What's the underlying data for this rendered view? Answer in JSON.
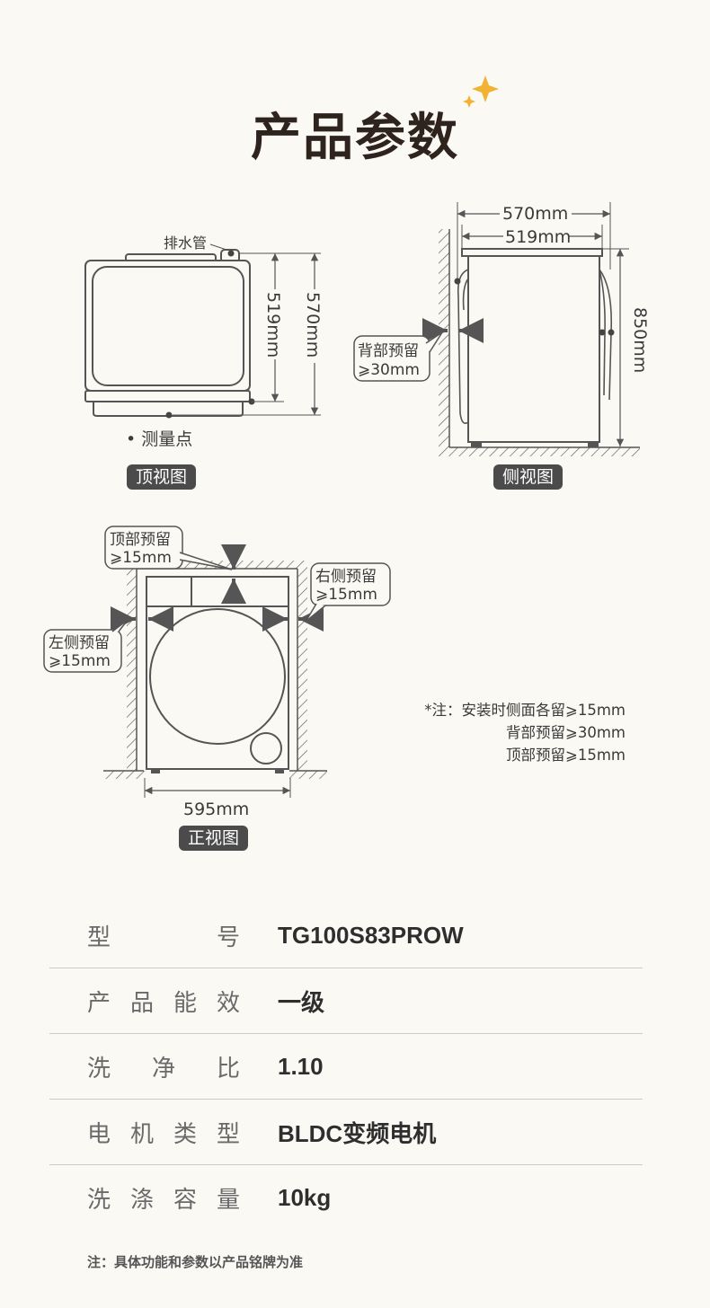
{
  "title": "产品参数",
  "top_view": {
    "badge": "顶视图",
    "drain_label": "排水管",
    "dim_519": "519mm",
    "dim_570": "570mm",
    "measure_point": "• 测量点"
  },
  "side_view": {
    "badge": "侧视图",
    "dim_570": "570mm",
    "dim_519": "519mm",
    "dim_850": "850mm",
    "back_label_1": "背部预留",
    "back_label_2": "⩾30mm"
  },
  "front_view": {
    "badge": "正视图",
    "dim_595": "595mm",
    "top_label_1": "顶部预留",
    "top_label_2": "⩾15mm",
    "right_label_1": "右侧预留",
    "right_label_2": "⩾15mm",
    "left_label_1": "左侧预留",
    "left_label_2": "⩾15mm"
  },
  "note": {
    "line1": "*注：安装时侧面各留⩾15mm",
    "line2": "背部预留⩾30mm",
    "line3": "顶部预留⩾15mm"
  },
  "specs": [
    {
      "label": [
        "型",
        "号"
      ],
      "value": "TG100S83PROW"
    },
    {
      "label": [
        "产",
        "品",
        "能",
        "效"
      ],
      "value": "一级"
    },
    {
      "label": [
        "洗",
        "净",
        "比"
      ],
      "value": "1.10"
    },
    {
      "label": [
        "电",
        "机",
        "类",
        "型"
      ],
      "value": "BLDC变频电机"
    },
    {
      "label": [
        "洗",
        "涤",
        "容",
        "量"
      ],
      "value": "10kg"
    }
  ],
  "footnote": "注：具体功能和参数以产品铭牌为准",
  "colors": {
    "title": "#2f241d",
    "sparkle": "#f2b233",
    "badge_bg": "#4b4b4b",
    "line": "#555555"
  }
}
